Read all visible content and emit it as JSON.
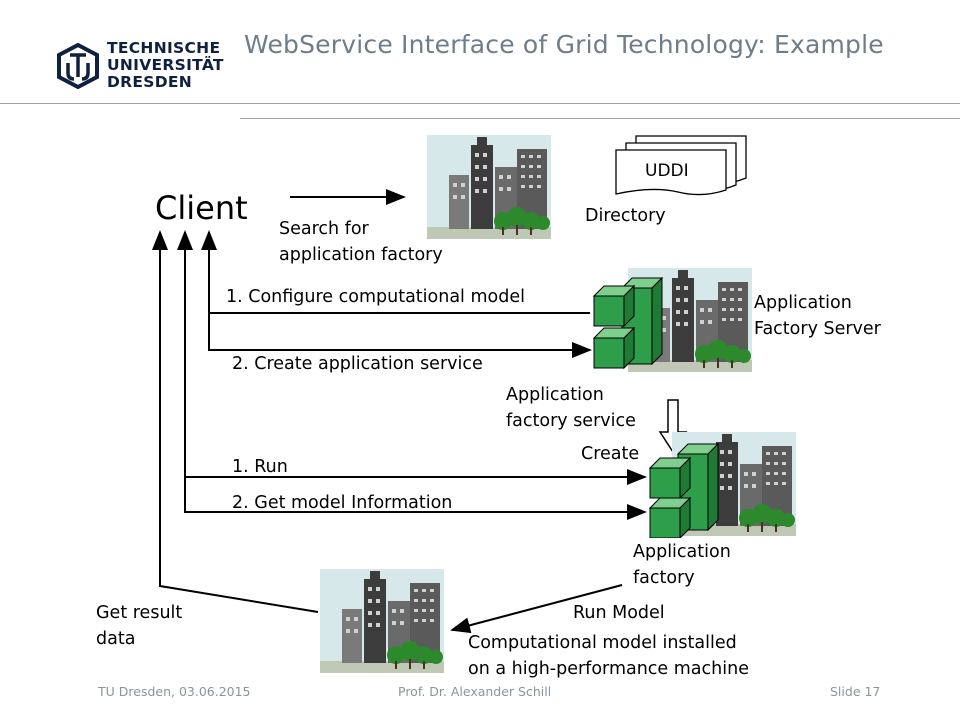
{
  "header": {
    "title": "WebService Interface of Grid Technology: Example",
    "logo_lines": [
      "TECHNISCHE",
      "UNIVERSITÄT",
      "DRESDEN"
    ]
  },
  "diagram": {
    "client": "Client",
    "uddi": "UDDI",
    "directory": "Directory",
    "search": [
      "Search for",
      "application factory"
    ],
    "configure": "1. Configure computational model",
    "create_service": "2. Create application service",
    "app_factory_server": [
      "Application",
      "Factory Server"
    ],
    "app_factory_service": [
      "Application",
      "factory service"
    ],
    "create": "Create",
    "run": "1. Run",
    "get_model": "2. Get model Information",
    "app_factory": [
      "Application",
      "factory"
    ],
    "get_result": [
      "Get result",
      "data"
    ],
    "run_model": "Run Model",
    "comp_model": [
      "Computational model installed",
      "on a high-performance machine"
    ]
  },
  "footer": {
    "left": "TU Dresden, 03.06.2015",
    "center": "Prof. Dr. Alexander Schill",
    "right": "Slide 17"
  },
  "colors": {
    "title": "#6e7c8c",
    "server_green": "#2e9e4a",
    "sky": "#cfe3e6",
    "building": "#4a4a4a"
  }
}
